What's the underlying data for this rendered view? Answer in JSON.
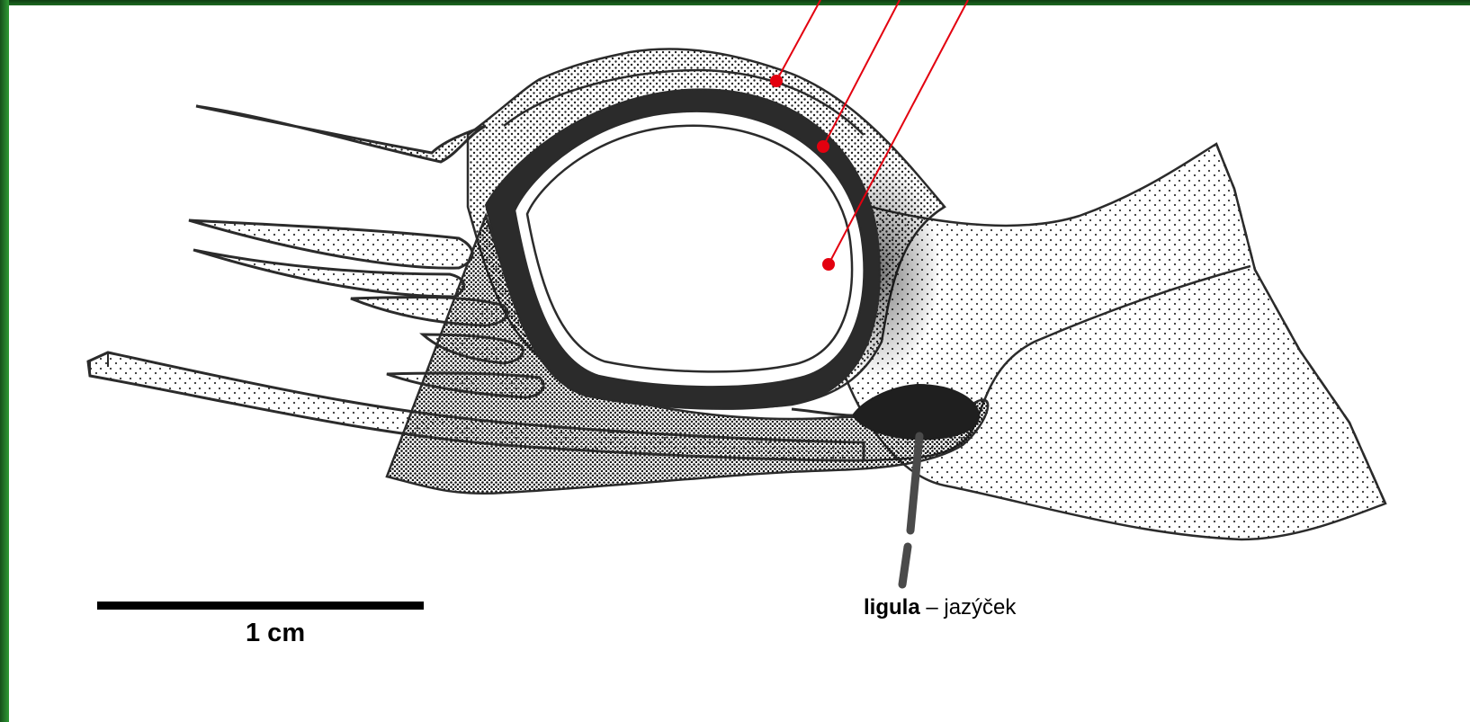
{
  "colors": {
    "frame": "#1d6b22",
    "pointer": "#e3000f",
    "ink": "#2b2b2b"
  },
  "labels": {
    "ligula_term": "ligula",
    "ligula_separator": "–",
    "ligula_translation": "jazýček"
  },
  "scale_bar": {
    "label": "1 cm"
  },
  "pointers": {
    "count": 3,
    "targets": [
      "outer-layer",
      "dark-ring",
      "inner-cavity"
    ]
  }
}
